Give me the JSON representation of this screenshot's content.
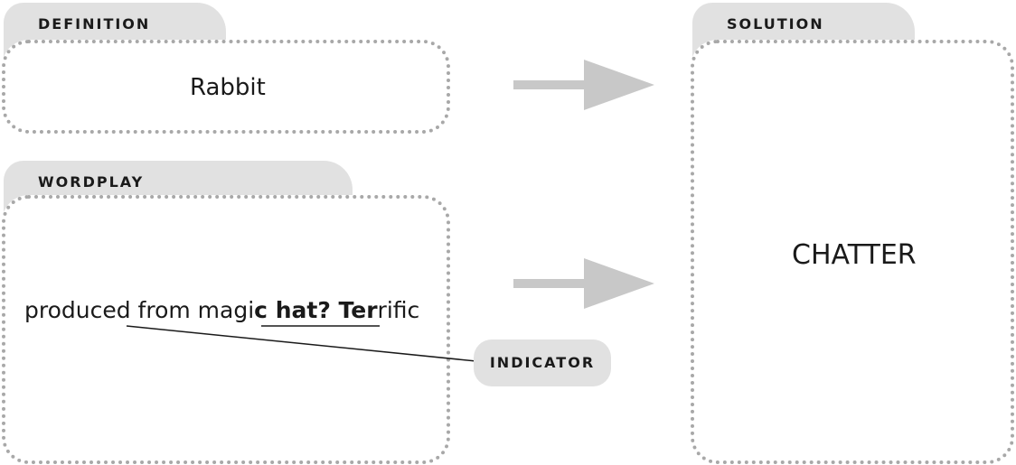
{
  "definition": {
    "tab_label": "DEFINITION",
    "text": "Rabbit"
  },
  "wordplay": {
    "tab_label": "WORDPLAY",
    "text_parts": {
      "before": "produced from magi",
      "bold": "c hat? Ter",
      "after": "rific"
    },
    "indicator_label": "INDICATOR"
  },
  "solution": {
    "tab_label": "SOLUTION",
    "text": "CHATTER"
  },
  "colors": {
    "tab_fill": "#e1e1e1",
    "dotted_border": "#a8a8a8",
    "arrow": "#c8c8c8",
    "text": "#1a1a1a"
  }
}
